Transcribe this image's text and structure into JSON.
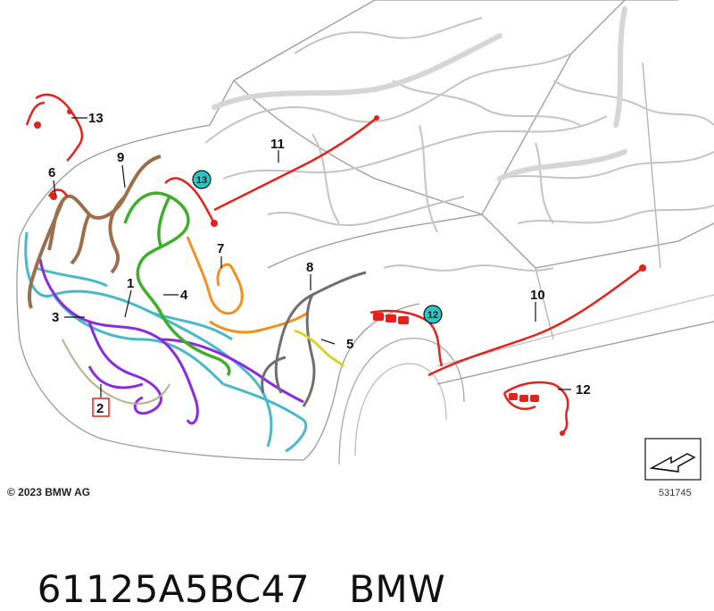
{
  "copyright": "© 2023 BMW AG",
  "figure_number": "531745",
  "part_number": "61125A5BC47",
  "brand": "BMW",
  "callouts": [
    "1",
    "2",
    "3",
    "4",
    "5",
    "6",
    "7",
    "8",
    "9",
    "10",
    "11",
    "12",
    "13"
  ],
  "markers": [
    "13",
    "12"
  ],
  "colors": {
    "red": "#e3221c",
    "green": "#3fae2a",
    "brown": "#9b6f4b",
    "cyan": "#49b8c8",
    "purple": "#8a2be2",
    "orange": "#f0901e",
    "yellow": "#d7d32a",
    "gray_harness": "#6f6f6f",
    "marker_fill": "#2ec4c4"
  }
}
